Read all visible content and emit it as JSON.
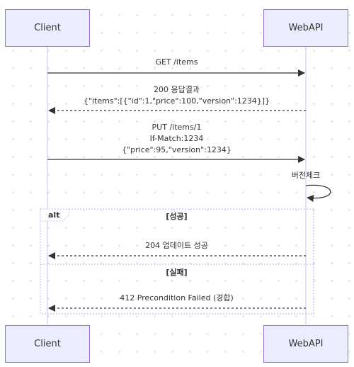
{
  "participants": {
    "client": "Client",
    "webapi": "WebAPI"
  },
  "messages": {
    "get_items": [
      "GET /items"
    ],
    "response_200": [
      "200 응답결과",
      "{\"items\":[{\"id\":1,\"price\":100,\"version\":1234}]}"
    ],
    "put_item": [
      "PUT /items/1",
      "If-Match:1234",
      "{\"price\":95,\"version\":1234}"
    ],
    "version_check": [
      "버전체크"
    ],
    "response_204": [
      "204 업데이트 성공"
    ],
    "response_412": [
      "412 Precondition Failed (경합)"
    ]
  },
  "alt_block": {
    "keyword": "alt",
    "success_condition": "[성공]",
    "failure_condition": "[실패]"
  },
  "colors": {
    "actor_fill": "#ECECFF",
    "actor_border": "#9370DB",
    "lifeline": "#9370DB",
    "arrow": "#333333",
    "alt_border": "#CCCCFF"
  }
}
